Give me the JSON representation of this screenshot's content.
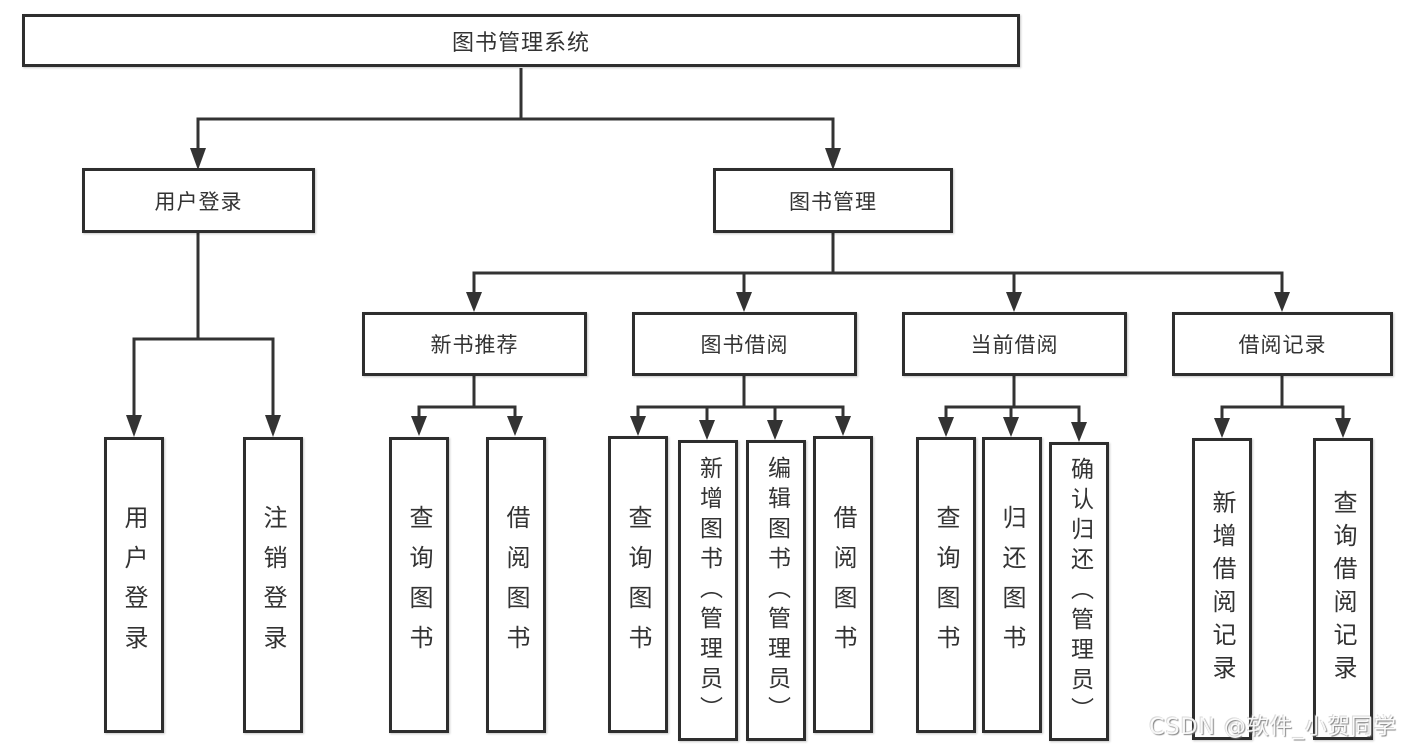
{
  "tree": {
    "root": "图书管理系统",
    "branches": [
      {
        "label": "用户登录",
        "children": [
          "用户登录",
          "注销登录"
        ]
      },
      {
        "label": "图书管理",
        "modules": [
          {
            "label": "新书推荐",
            "children": [
              "查询图书",
              "借阅图书"
            ]
          },
          {
            "label": "图书借阅",
            "children": [
              "查询图书",
              "新增图书（管理员）",
              "编辑图书（管理员）",
              "借阅图书"
            ]
          },
          {
            "label": "当前借阅",
            "children": [
              "查询图书",
              "归还图书",
              "确认归还（管理员）"
            ]
          },
          {
            "label": "借阅记录",
            "children": [
              "新增借阅记录",
              "查询借阅记录"
            ]
          }
        ]
      }
    ]
  },
  "colors": {
    "line": "#333333",
    "border": "#2e2e2e",
    "text": "#333333"
  },
  "watermark": "CSDN @软件_小贺同学"
}
